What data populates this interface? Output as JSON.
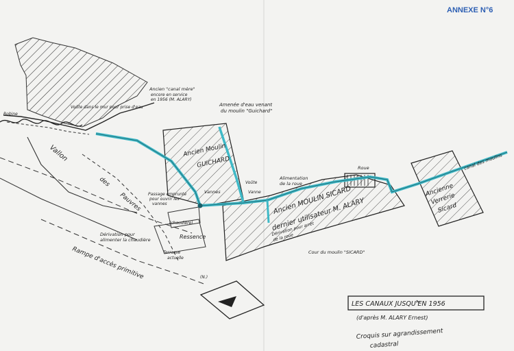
{
  "annexe": "ANNEXE N°6",
  "labels": {
    "robine": "Robine",
    "voute": "Voûte dans le mur pour prise d'eau",
    "ancien_canal": "Ancien \"canal mère\"",
    "ancien_canal_2": "encore en service",
    "ancien_canal_3": "en 1956 (M. ALARY)",
    "amenee": "Amenée d'eau venant",
    "amenee_2": "du moulin \"Guichard\"",
    "moulin_guichard": "Ancien Moulin",
    "moulin_guichard_2": "GUICHARD",
    "vallon": "Vallon",
    "des": "des",
    "pauvres": "Pauvres",
    "passage": "Passage emprunté",
    "passage_2": "pour ouvrir les",
    "passage_3": "vannes",
    "vannes": "Vannes",
    "vanne": "Vanne",
    "voute_small": "Voûte",
    "chaudiere": "(chaudière)",
    "derivation_alim": "Dérivation pour",
    "derivation_alim_2": "alimenter la chaudière",
    "ressence": "Ressence",
    "terrasse": "Terrasse",
    "terrasse_2": "actuelle",
    "rampe": "Rampe d'accès primitive",
    "alimentation": "Alimentation",
    "alimentation_2": "de la roue",
    "roue": "Roue",
    "moulin_sicard": "Ancien MOULIN SICARD",
    "dernier": "dernier utilisateur M. ALARY",
    "derivation_arret": "Dérivation pour arrêt",
    "derivation_arret_2": "de la roue",
    "cour": "Cour du moulin \"SICARD\"",
    "verrerie": "Ancienne",
    "verrerie_2": "Verrerie",
    "verrerie_3": "Sicard",
    "canal_moulins": "canal des moulins",
    "nord": "(N.)",
    "box_title": "LES CANAUX JUSQU'EN 1956",
    "after_box": "(d'après M. ALARY Ernest)",
    "croquis": "Croquis sur agrandissement",
    "cadastre": "cadastral"
  },
  "colors": {
    "canal": "#3fb9c7",
    "ink": "#222222",
    "annexe": "#2d5fb3",
    "paper": "#f3f3f1"
  }
}
